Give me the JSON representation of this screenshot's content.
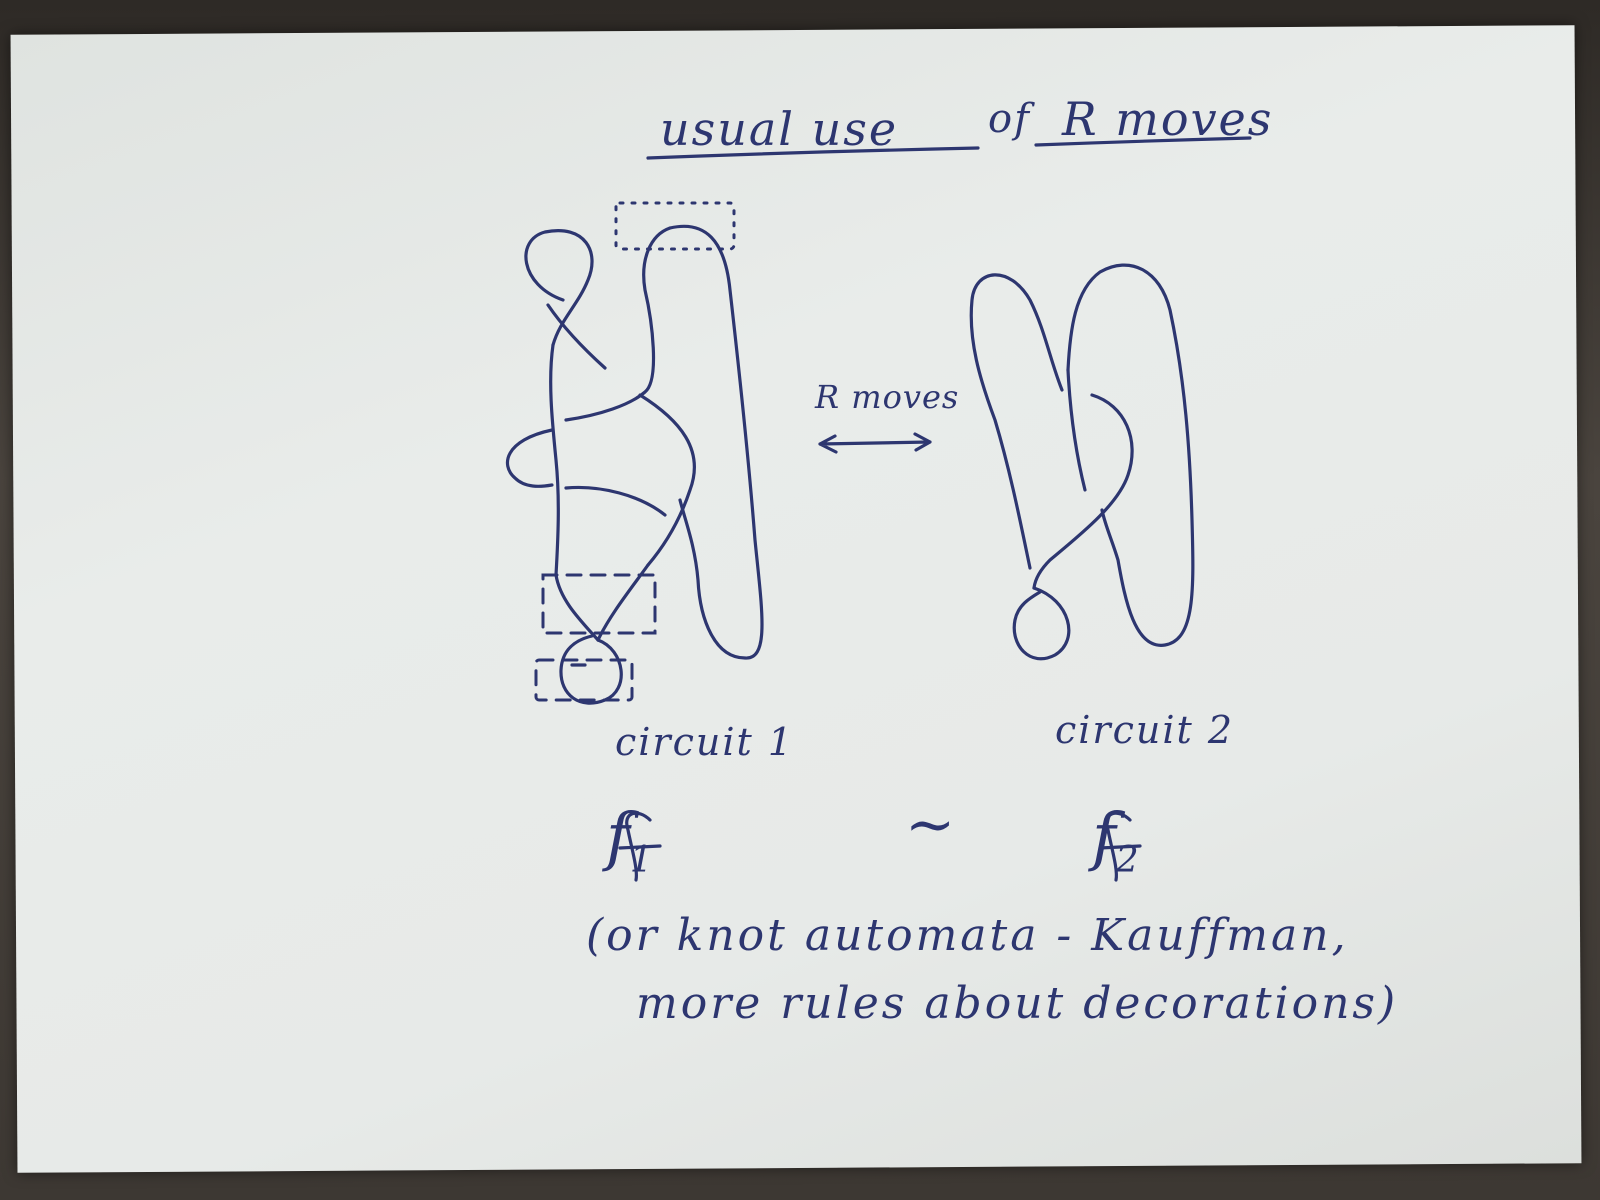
{
  "title": {
    "part1": "usual use",
    "part2": "of",
    "part3": "R moves"
  },
  "arrow_label": "R moves",
  "circuit1_label": "circuit 1",
  "circuit2_label": "circuit 2",
  "f1": "f",
  "f1_sub": "1",
  "tilde": "~",
  "f2": "f",
  "f2_sub": "2",
  "note_line1": "(or knot automata - Kauffman,",
  "note_line2": "more rules about decorations)",
  "ink_color": "#2d3670"
}
